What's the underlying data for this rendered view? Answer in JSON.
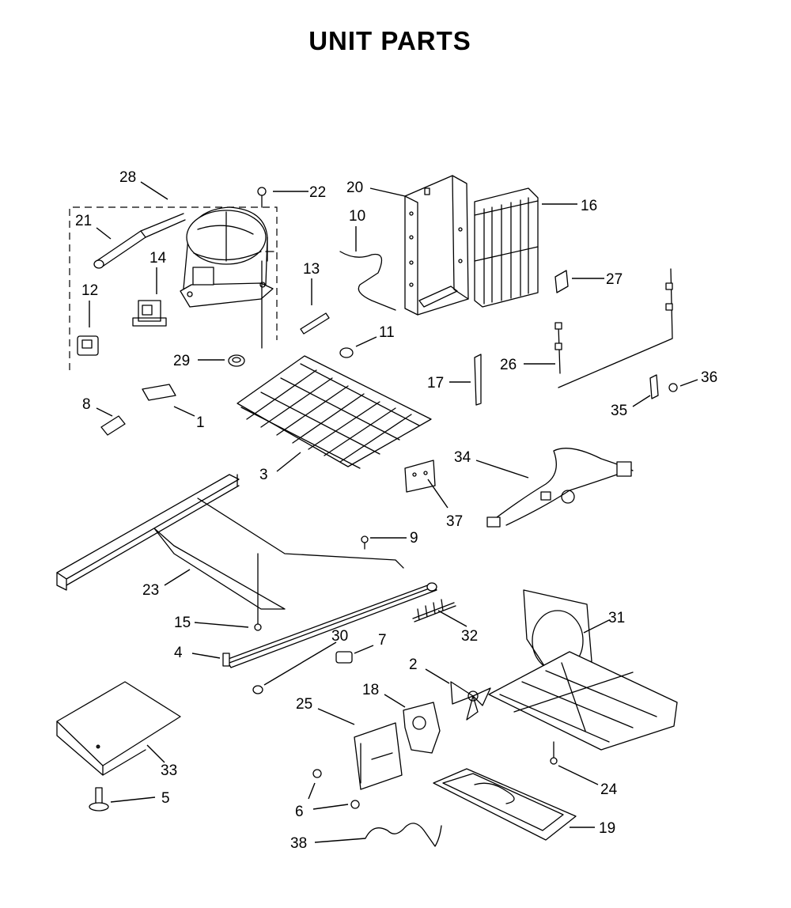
{
  "title": "UNIT PARTS",
  "callouts": [
    {
      "label": "28",
      "part": "compressor-assembly-bracket"
    },
    {
      "label": "22",
      "part": "screw"
    },
    {
      "label": "20",
      "part": "condenser-shroud"
    },
    {
      "label": "16",
      "part": "condenser"
    },
    {
      "label": "21",
      "part": "filter-drier"
    },
    {
      "label": "10",
      "part": "tube"
    },
    {
      "label": "14",
      "part": "relay"
    },
    {
      "label": "13",
      "part": "tube"
    },
    {
      "label": "27",
      "part": "clip"
    },
    {
      "label": "12",
      "part": "overload"
    },
    {
      "label": "11",
      "part": "grommet"
    },
    {
      "label": "29",
      "part": "grommet"
    },
    {
      "label": "17",
      "part": "bracket"
    },
    {
      "label": "26",
      "part": "tube"
    },
    {
      "label": "36",
      "part": "screw"
    },
    {
      "label": "8",
      "part": "spacer"
    },
    {
      "label": "1",
      "part": "insulation"
    },
    {
      "label": "35",
      "part": "clip"
    },
    {
      "label": "34",
      "part": "wire-harness"
    },
    {
      "label": "3",
      "part": "evaporator"
    },
    {
      "label": "37",
      "part": "plate"
    },
    {
      "label": "9",
      "part": "screw"
    },
    {
      "label": "23",
      "part": "frame-rail"
    },
    {
      "label": "31",
      "part": "fan-shroud"
    },
    {
      "label": "15",
      "part": "screw"
    },
    {
      "label": "30",
      "part": "roller"
    },
    {
      "label": "32",
      "part": "spring"
    },
    {
      "label": "4",
      "part": "axle"
    },
    {
      "label": "7",
      "part": "bushing"
    },
    {
      "label": "2",
      "part": "fan-blade"
    },
    {
      "label": "18",
      "part": "fan-motor"
    },
    {
      "label": "25",
      "part": "motor-bracket"
    },
    {
      "label": "33",
      "part": "cover"
    },
    {
      "label": "24",
      "part": "screw"
    },
    {
      "label": "5",
      "part": "leveler"
    },
    {
      "label": "6",
      "part": "screw"
    },
    {
      "label": "19",
      "part": "drain-pan"
    },
    {
      "label": "38",
      "part": "drain-tube"
    }
  ]
}
